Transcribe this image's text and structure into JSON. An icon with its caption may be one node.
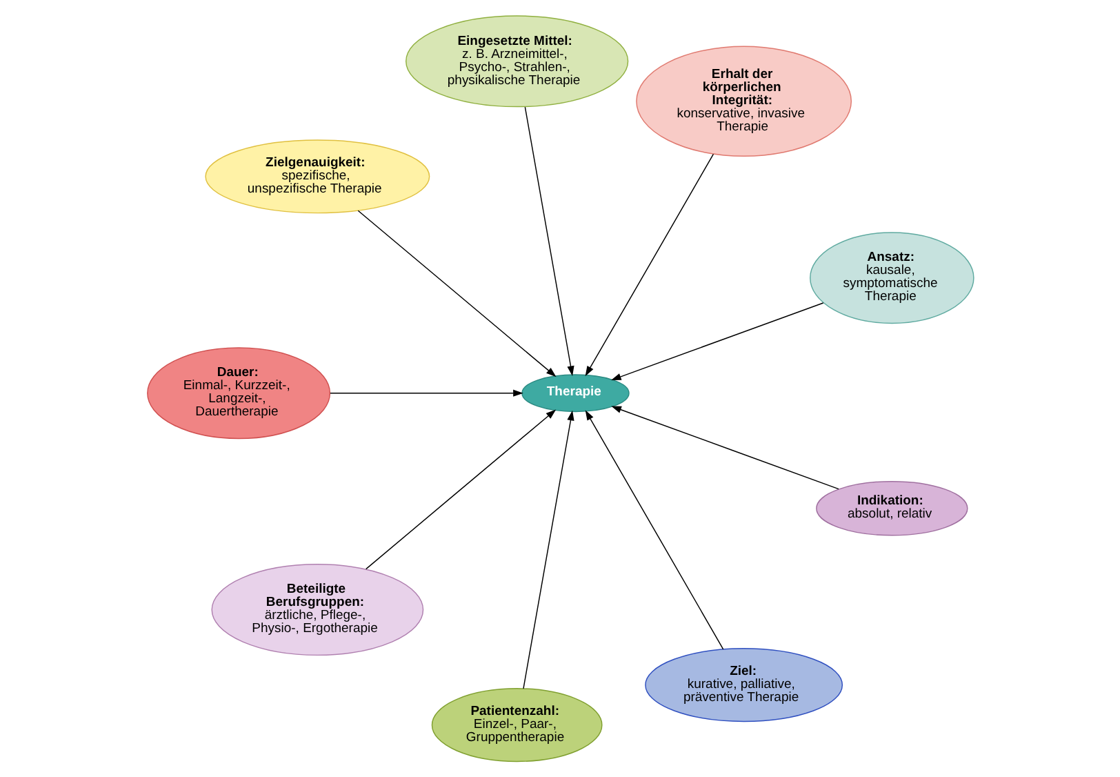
{
  "diagram": {
    "nodes": [
      {
        "text": [
          "Therapie"
        ]
      },
      {
        "text": [
          "Ansatz:",
          "kausale, symptomatische Therapie"
        ]
      },
      {
        "text": [
          "Erhalt der körperlichen Integrität:",
          "konservative, invasive Therapie"
        ]
      },
      {
        "text": [
          "Eingesetzte Mittel:",
          "z. B. Arzneimittel-, Psycho-, Strahlen-, physikalische Therapie"
        ]
      },
      {
        "text": [
          "Zielgenauigkeit:",
          "spezifische, unspezifische Therapie"
        ]
      },
      {
        "text": [
          "Dauer:",
          "Einmal-, Kurzzeit-, Langzeit-, Dauertherapie"
        ]
      },
      {
        "text": [
          "Beteiligte Berufsgruppen:",
          "ärztliche, Pflege-, Physio-, Ergotherapie"
        ]
      },
      {
        "text": [
          "Patientenzahl:",
          "Einzel-, Paar-, Gruppentherapie"
        ]
      },
      {
        "text": [
          "Ziel:",
          "kurative, palliative, präventive Therapie"
        ]
      },
      {
        "text": [
          "Indikation:",
          "absolut, relativ"
        ]
      }
    ],
    "edges": [
      {
        "from": 1,
        "to": 0,
        "arrow": "to"
      },
      {
        "from": 2,
        "to": 0,
        "arrow": "to"
      },
      {
        "from": 3,
        "to": 0,
        "arrow": "to"
      },
      {
        "from": 4,
        "to": 0,
        "arrow": "to"
      },
      {
        "from": 5,
        "to": 0,
        "arrow": "to"
      },
      {
        "from": 6,
        "to": 0,
        "arrow": "to"
      },
      {
        "from": 7,
        "to": 0,
        "arrow": "to"
      },
      {
        "from": 8,
        "to": 0,
        "arrow": "to"
      },
      {
        "from": 9,
        "to": 0,
        "arrow": "to"
      }
    ]
  }
}
